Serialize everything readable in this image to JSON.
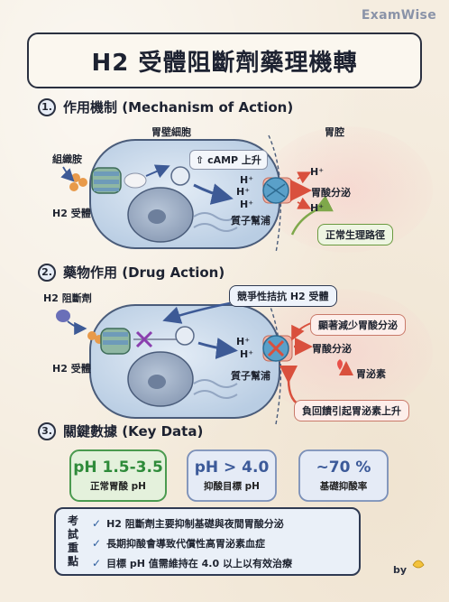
{
  "brand": "ExamWise",
  "title": "H2 受體阻斷劑藥理機轉",
  "sections": [
    {
      "num": "1.",
      "title": "作用機制 (Mechanism of Action)"
    },
    {
      "num": "2.",
      "title": "藥物作用 (Drug Action)"
    },
    {
      "num": "3.",
      "title": "關鍵數據 (Key Data)"
    }
  ],
  "mechanism": {
    "cell_label": "胃壁細胞",
    "lumen_label": "胃腔",
    "histamine": "組織胺",
    "receptor": "H2 受體",
    "camp": "cAMP 上升",
    "h_ion": "H⁺",
    "proton_pump": "質子幫浦",
    "acid": "胃酸分泌",
    "normal_path": "正常生理路徑"
  },
  "drug": {
    "blocker": "H2 阻斷劑",
    "receptor": "H2 受體",
    "competitive": "競爭性拮抗 H2 受體",
    "reduce": "顯著減少胃酸分泌",
    "h_ion": "H⁺",
    "proton_pump": "質子幫浦",
    "acid": "胃酸分泌",
    "gastrin": "胃泌素",
    "feedback": "負回饋引起胃泌素上升"
  },
  "key_data": [
    {
      "value": "pH 1.5-3.5",
      "caption": "正常胃酸 pH",
      "color": "#2e8b3a"
    },
    {
      "value": "pH > 4.0",
      "caption": "抑酸目標 pH",
      "color": "#3c5a99"
    },
    {
      "value": "~70 %",
      "caption": "基礎抑酸率",
      "color": "#3c5a99"
    }
  ],
  "exam": {
    "tag": [
      "考",
      "試",
      "重",
      "點"
    ],
    "check": "✓",
    "items": [
      "H2 阻斷劑主要抑制基礎與夜間胃酸分泌",
      "長期抑酸會導致代償性高胃泌素血症",
      "目標 pH 值需維持在 4.0 以上以有效治療"
    ]
  },
  "byline": "by"
}
